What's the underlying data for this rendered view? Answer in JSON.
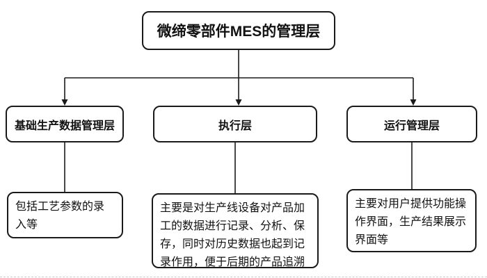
{
  "diagram": {
    "title": "微缔零部件MES的管理层",
    "layers": [
      {
        "label": "基础生产数据管理层",
        "description": "包括工艺参数的录入等"
      },
      {
        "label": "执行层",
        "description": "主要是对生产线设备对产品加工的数据进行记录、分析、保存，同时对历史数据也起到记录作用，便于后期的产品追溯"
      },
      {
        "label": "运行管理层",
        "description": "主要对用户提供功能操作界面，生产结果展示界面等"
      }
    ],
    "colors": {
      "stroke": "#1a1a1a",
      "box_fill": "#ffffff",
      "background": "#ffffff"
    }
  }
}
